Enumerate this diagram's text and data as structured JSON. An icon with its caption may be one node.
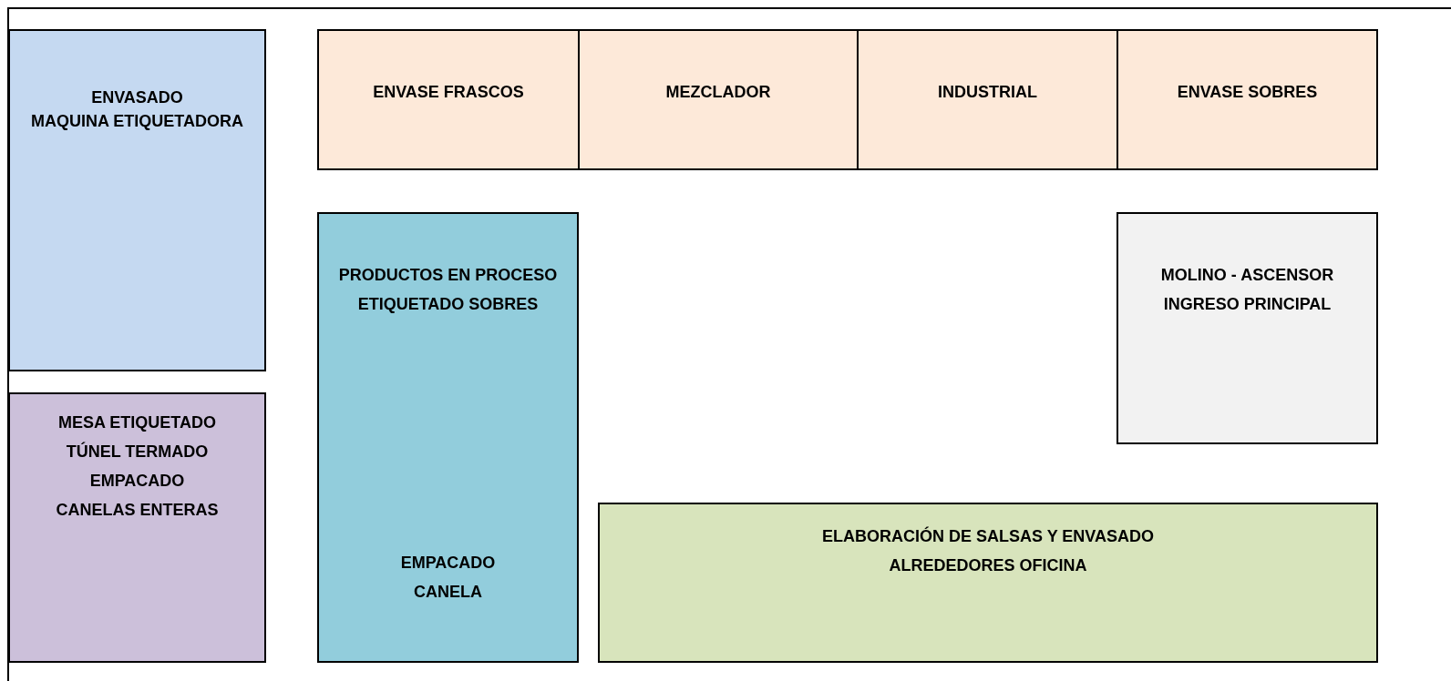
{
  "diagram": {
    "nodes": [
      {
        "text": [
          "ENVASADO",
          "MAQUINA ETIQUETADORA"
        ]
      },
      {
        "text": [
          "ENVASE FRASCOS"
        ]
      },
      {
        "text": [
          "MEZCLADOR"
        ]
      },
      {
        "text": [
          "INDUSTRIAL"
        ]
      },
      {
        "text": [
          "ENVASE SOBRES"
        ]
      },
      {
        "text": [
          "PRODUCTOS EN PROCESO",
          "ETIQUETADO SOBRES",
          "EMPACADO",
          "CANELA"
        ]
      },
      {
        "text": [
          "MOLINO - ASCENSOR",
          "INGRESO PRINCIPAL"
        ]
      },
      {
        "text": [
          "MESA ETIQUETADO",
          "TÚNEL TERMADO",
          "EMPACADO",
          "CANELAS ENTERAS"
        ]
      },
      {
        "text": [
          "ELABORACIÓN DE SALSAS Y ENVASADO",
          "ALREDEDORES OFICINA"
        ]
      }
    ]
  }
}
